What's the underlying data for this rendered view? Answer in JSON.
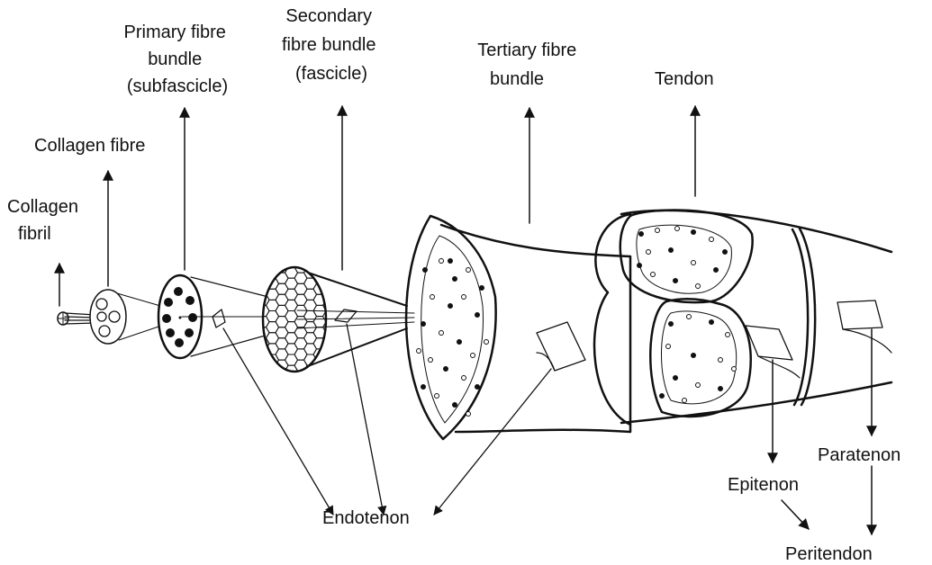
{
  "labels": {
    "collagen_fibril": [
      "Collagen",
      "fibril"
    ],
    "collagen_fibre": "Collagen fibre",
    "primary_bundle": [
      "Primary fibre",
      "bundle",
      "(subfascicle)"
    ],
    "secondary_bundle": [
      "Secondary",
      "fibre bundle",
      "(fascicle)"
    ],
    "tertiary_bundle": [
      "Tertiary fibre",
      "bundle"
    ],
    "tendon": "Tendon",
    "endotenon": "Endotenon",
    "epitenon": "Epitenon",
    "paratenon": "Paratenon",
    "peritendon": "Peritendon"
  }
}
